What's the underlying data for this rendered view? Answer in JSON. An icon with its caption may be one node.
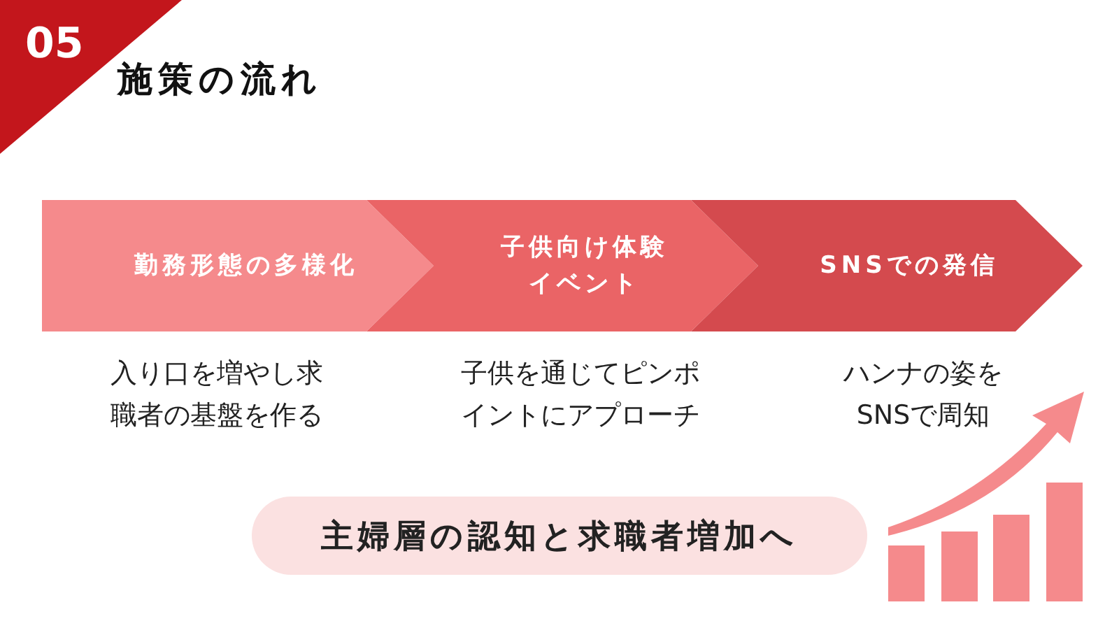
{
  "diagram": {
    "title": "施策の流れ",
    "nodes": [
      {
        "text": [
          "勤務形態の多様化"
        ],
        "beside": [
          "入り口を増やし求職者の基盤を作る"
        ]
      },
      {
        "text": [
          "子供向け体験イベント"
        ],
        "beside": [
          "子供を通じてピンポイントにアプローチ"
        ]
      },
      {
        "text": [
          "SNSでの発信"
        ],
        "beside": [
          "ハンナの姿をSNSで周知"
        ]
      },
      {
        "text": [
          "主婦層の認知と求職者増加へ"
        ]
      }
    ],
    "labels": [
      "05"
    ]
  }
}
